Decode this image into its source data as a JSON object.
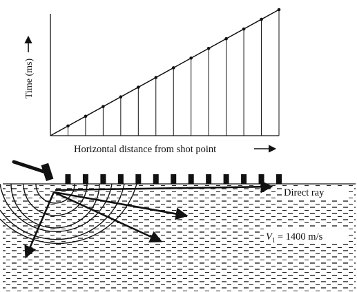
{
  "figure": {
    "y_axis_label": "Time (ms)",
    "x_axis_label": "Horizontal distance from shot point",
    "direct_ray_label": "Direct ray",
    "velocity_symbol": "V",
    "velocity_subscript": "1",
    "velocity_value": "= 1400 m/s",
    "ink_color": "#111111",
    "arrow_icon": "right-arrow-icon",
    "hammer_icon": "hammer-icon"
  },
  "chart_data": {
    "type": "line",
    "title": "",
    "xlabel": "Horizontal distance from shot point",
    "ylabel": "Time (ms)",
    "x": [
      0,
      1,
      2,
      3,
      4,
      5,
      6,
      7,
      8,
      9,
      10,
      11,
      12,
      13
    ],
    "y": [
      0,
      1,
      2,
      3,
      4,
      5,
      6,
      7,
      8,
      9,
      10,
      11,
      12,
      13
    ],
    "marker_x": [
      1,
      2,
      3,
      4,
      5,
      6,
      7,
      8,
      9,
      10,
      11,
      12,
      13
    ],
    "note_units": "",
    "grid": false,
    "legend": "none"
  }
}
